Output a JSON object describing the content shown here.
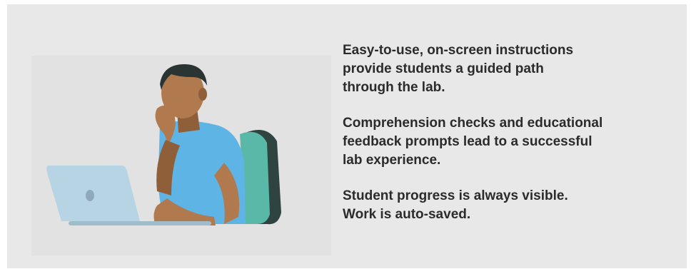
{
  "features": [
    {
      "text": "Easy-to-use, on-screen instructions\nprovide students a guided path\nthrough the lab."
    },
    {
      "text": "Comprehension checks and educational\nfeedback prompts lead to a successful\nlab experience."
    },
    {
      "text": "Student progress is always visible.\nWork is auto-saved."
    }
  ],
  "illustration": {
    "name": "student-with-laptop-illustration",
    "colors": {
      "skin": "#b07a4e",
      "skin_shadow": "#8f5f3a",
      "hair": "#2a3533",
      "shirt": "#5fb4e6",
      "chair": "#5ab8a8",
      "chair_shadow": "#2f4440",
      "laptop": "#b6d4e3",
      "laptop_base": "#9fbccb",
      "table": "#e2e2e2"
    }
  },
  "panel_background": "#e8e8e8",
  "text_color": "#2b2b2b"
}
